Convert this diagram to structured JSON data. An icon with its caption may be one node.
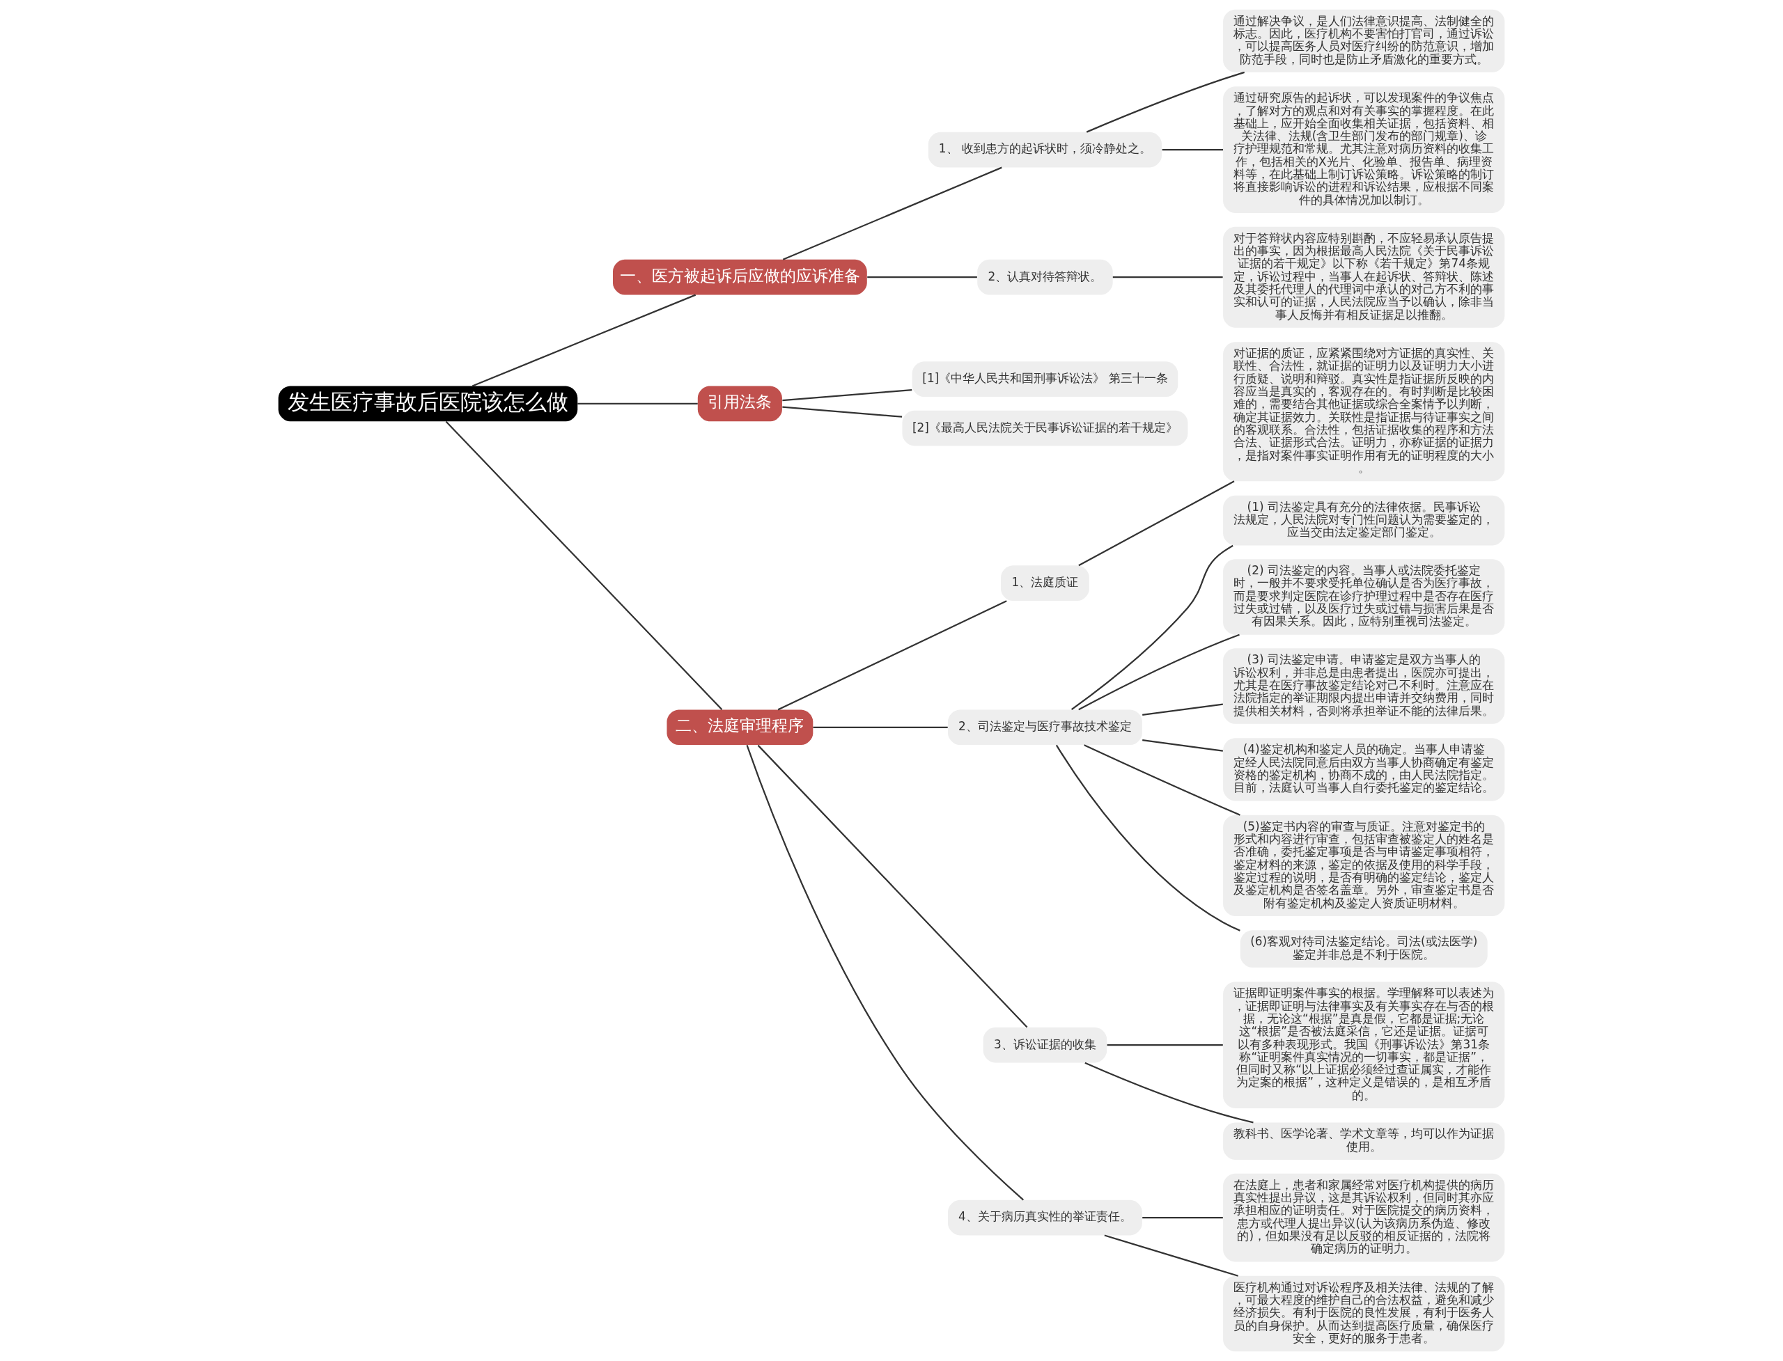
{
  "diagram": {
    "nodes": [
      {
        "text": [
          "发生医疗事故后医院该怎么做"
        ]
      },
      {
        "text": [
          "一、医方被起诉后应做的应诉准备"
        ]
      },
      {
        "text": [
          "1、 收到患方的起诉状时，须冷静处之。"
        ]
      },
      {
        "text": [
          "通过解决争议，是人们法律意识提高、法制健全的标志。因此，医疗机构不要害怕打官司，通过诉讼，可以提高医务人员对医疗纠纷的防范意识，增加防范手段，同时也是防止矛盾激化的重要方式。"
        ]
      },
      {
        "text": [
          "通过研究原告的起诉状，可以发现案件的争议焦点，了解对方的观点和对有关事实的掌握程度。在此基础上，应开始全面收集相关证据，包括资料、相关法律、法规(含卫生部门发布的部门规章)、诊疗护理规范和常规。尤其注意对病历资料的收集工作，包括相关的X光片、化验单、报告单、病理资料等，在此基础上制订诉讼策略。诉讼策略的制订将直接影响诉讼的进程和诉讼结果，应根据不同案件的具体情况加以制订。"
        ]
      },
      {
        "text": [
          "2、认真对待答辩状。"
        ]
      },
      {
        "text": [
          "对于答辩状内容应特别斟酌，不应轻易承认原告提出的事实，因为根据最高人民法院《关于民事诉讼证据的若干规定》以下称《若干规定》第74条规定，诉讼过程中，当事人在起诉状、答辩状、陈述及其委托代理人的代理词中承认的对己方不利的事实和认可的证据，人民法院应当予以确认，除非当事人反悔并有相反证据足以推翻。"
        ]
      },
      {
        "text": [
          "引用法条"
        ]
      },
      {
        "text": [
          "[1]《中华人民共和国刑事诉讼法》 第三十一条"
        ]
      },
      {
        "text": [
          "[2]《最高人民法院关于民事诉讼证据的若干规定》"
        ]
      },
      {
        "text": [
          "二、法庭审理程序"
        ]
      },
      {
        "text": [
          "1、法庭质证"
        ]
      },
      {
        "text": [
          "对证据的质证，应紧紧围绕对方证据的真实性、关联性、合法性，就证据的证明力以及证明力大小进行质疑、说明和辩驳。真实性是指证据所反映的内容应当是真实的，客观存在的。有时判断是比较困难的，需要结合其他证据或综合全案情予以判断，确定其证据效力。关联性是指证据与待证事实之间的客观联系。合法性，包括证据收集的程序和方法合法、证据形式合法。证明力，亦称证据的证据力，是指对案件事实证明作用有无的证明程度的大小。"
        ]
      },
      {
        "text": [
          "2、司法鉴定与医疗事故技术鉴定"
        ]
      },
      {
        "text": [
          "(1) 司法鉴定具有充分的法律依据。民事诉讼法规定，人民法院对专门性问题认为需要鉴定的，应当交由法定鉴定部门鉴定。"
        ]
      },
      {
        "text": [
          "(2) 司法鉴定的内容。当事人或法院委托鉴定时，一般并不要求受托单位确认是否为医疗事故，而是要求判定医院在诊疗护理过程中是否存在医疗过失或过错，以及医疗过失或过错与损害后果是否有因果关系。因此，应特别重视司法鉴定。"
        ]
      },
      {
        "text": [
          "(3) 司法鉴定申请。申请鉴定是双方当事人的诉讼权利，并非总是由患者提出，医院亦可提出，尤其是在医疗事故鉴定结论对己不利时。注意应在法院指定的举证期限内提出申请并交纳费用，同时提供相关材料，否则将承担举证不能的法律后果。"
        ]
      },
      {
        "text": [
          "(4)鉴定机构和鉴定人员的确定。当事人申请鉴定经人民法院同意后由双方当事人协商确定有鉴定资格的鉴定机构，协商不成的，由人民法院指定。目前，法庭认可当事人自行委托鉴定的鉴定结论。"
        ]
      },
      {
        "text": [
          "(5)鉴定书内容的审查与质证。注意对鉴定书的形式和内容进行审查，包括审查被鉴定人的姓名是否准确，委托鉴定事项是否与申请鉴定事项相符，鉴定材料的来源，鉴定的依据及使用的科学手段，鉴定过程的说明，是否有明确的鉴定结论，鉴定人及鉴定机构是否签名盖章。另外，审查鉴定书是否附有鉴定机构及鉴定人资质证明材料。"
        ]
      },
      {
        "text": [
          "(6)客观对待司法鉴定结论。司法(或法医学)鉴定并非总是不利于医院。"
        ]
      },
      {
        "text": [
          "3、诉讼证据的收集"
        ]
      },
      {
        "text": [
          "证据即证明案件事实的根据。学理解释可以表述为，证据即证明与法律事实及有关事实存在与否的根据，无论这“根据”是真是假，它都是证据;无论这“根据”是否被法庭采信，它还是证据。证据可以有多种表现形式。我国《刑事诉讼法》第31条称“证明案件真实情况的一切事实，都是证据”，但同时又称“以上证据必须经过查证属实，才能作为定案的根据”，这种定义是错误的，是相互矛盾的。"
        ]
      },
      {
        "text": [
          "教科书、医学论著、学术文章等，均可以作为证据使用。"
        ]
      },
      {
        "text": [
          "4、关于病历真实性的举证责任。"
        ]
      },
      {
        "text": [
          "在法庭上，患者和家属经常对医疗机构提供的病历真实性提出异议，这是其诉讼权利，但同时其亦应承担相应的证明责任。对于医院提交的病历资料，患方或代理人提出异议(认为该病历系伪造、修改的)，但如果没有足以反驳的相反证据的，法院将确定病历的证明力。"
        ]
      },
      {
        "text": [
          "医疗机构通过对诉讼程序及相关法律、法规的了解，可最大程度的维护自己的合法权益，避免和减少经济损失。有利于医院的良性发展，有利于医务人员的自身保护。从而达到提高医疗质量，确保医疗安全，更好的服务于患者。"
        ]
      }
    ],
    "edges": [
      {
        "from": 0,
        "to": 1,
        "arrow": "none"
      },
      {
        "from": 1,
        "to": 2,
        "arrow": "none"
      },
      {
        "from": 2,
        "to": 3,
        "arrow": "none"
      },
      {
        "from": 2,
        "to": 4,
        "arrow": "none"
      },
      {
        "from": 1,
        "to": 5,
        "arrow": "none"
      },
      {
        "from": 5,
        "to": 6,
        "arrow": "none"
      },
      {
        "from": 0,
        "to": 7,
        "arrow": "none"
      },
      {
        "from": 7,
        "to": 8,
        "arrow": "none"
      },
      {
        "from": 7,
        "to": 9,
        "arrow": "none"
      },
      {
        "from": 0,
        "to": 10,
        "arrow": "none"
      },
      {
        "from": 10,
        "to": 11,
        "arrow": "none"
      },
      {
        "from": 11,
        "to": 12,
        "arrow": "none"
      },
      {
        "from": 10,
        "to": 13,
        "arrow": "none"
      },
      {
        "from": 13,
        "to": 14,
        "arrow": "none"
      },
      {
        "from": 13,
        "to": 15,
        "arrow": "none"
      },
      {
        "from": 13,
        "to": 16,
        "arrow": "none"
      },
      {
        "from": 13,
        "to": 17,
        "arrow": "none"
      },
      {
        "from": 13,
        "to": 18,
        "arrow": "none"
      },
      {
        "from": 13,
        "to": 19,
        "arrow": "none"
      },
      {
        "from": 10,
        "to": 20,
        "arrow": "none"
      },
      {
        "from": 20,
        "to": 21,
        "arrow": "none"
      },
      {
        "from": 20,
        "to": 22,
        "arrow": "none"
      },
      {
        "from": 10,
        "to": 23,
        "arrow": "none"
      },
      {
        "from": 23,
        "to": 24,
        "arrow": "none"
      },
      {
        "from": 23,
        "to": 25,
        "arrow": "none"
      }
    ]
  }
}
